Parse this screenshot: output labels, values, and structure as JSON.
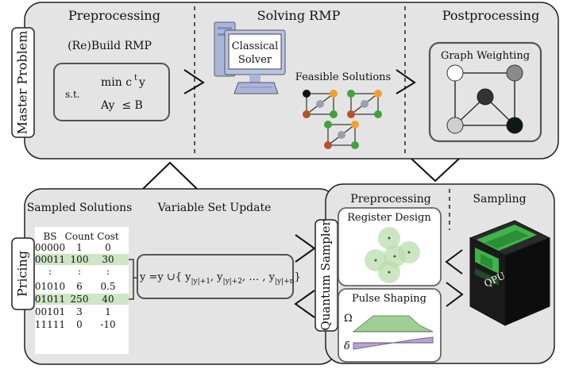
{
  "master": {
    "side_label": "Master Problem",
    "preprocessing_title": "Preprocessing",
    "rebuild_label": "(Re)Build RMP",
    "st_label": "s.t.",
    "objective": "min c",
    "objective_sup": "t",
    "objective_var": "y",
    "constraint": "Ay  ≤ B",
    "solving_title": "Solving RMP",
    "solver_label_1": "Classical",
    "solver_label_2": "Solver",
    "feasible_label": "Feasible Solutions",
    "postprocessing_title": "Postprocessing",
    "graph_weighting_label": "Graph Weighting"
  },
  "pricing": {
    "side_label": "Pricing",
    "sampled_title": "Sampled Solutions",
    "update_title": "Variable Set Update",
    "table_headers": [
      "BS",
      "Count",
      "Cost"
    ],
    "table_rows": [
      {
        "bs": "00000",
        "count": "1",
        "cost": "0"
      },
      {
        "bs": "00011",
        "count": "100",
        "cost": "30"
      },
      {
        "bs": ":",
        "count": ":",
        "cost": ":"
      },
      {
        "bs": "01010",
        "count": "6",
        "cost": "0.5"
      },
      {
        "bs": "01011",
        "count": "250",
        "cost": "40"
      },
      {
        "bs": "00101",
        "count": "3",
        "cost": "1"
      },
      {
        "bs": "11111",
        "count": "0",
        "cost": "-10"
      }
    ],
    "update_formula": "y =y ∪{ y",
    "sub1": "|y|+1",
    "sub2": "|y|+2",
    "sub3": "|y|+n",
    "dots": "… ,"
  },
  "quantum": {
    "side_label": "Quantum Sampler",
    "preprocessing_title": "Preprocessing",
    "sampling_title": "Sampling",
    "register_label": "Register Design",
    "pulse_label": "Pulse Shaping",
    "omega_symbol": "Ω",
    "delta_symbol": "δ",
    "qpu_label": "QPU"
  },
  "colors": {
    "panel_fill": "#e4e4e4",
    "highlight_row": "#cfe6c5",
    "omega_fill": "#9fcf94",
    "delta_fill": "#b9a3d6",
    "register_fill": "#b7dcaa",
    "node_orange": "#f2a12b",
    "node_green": "#3fa33a",
    "node_brown": "#b5522a",
    "qpu_green": "#3cb54a"
  }
}
